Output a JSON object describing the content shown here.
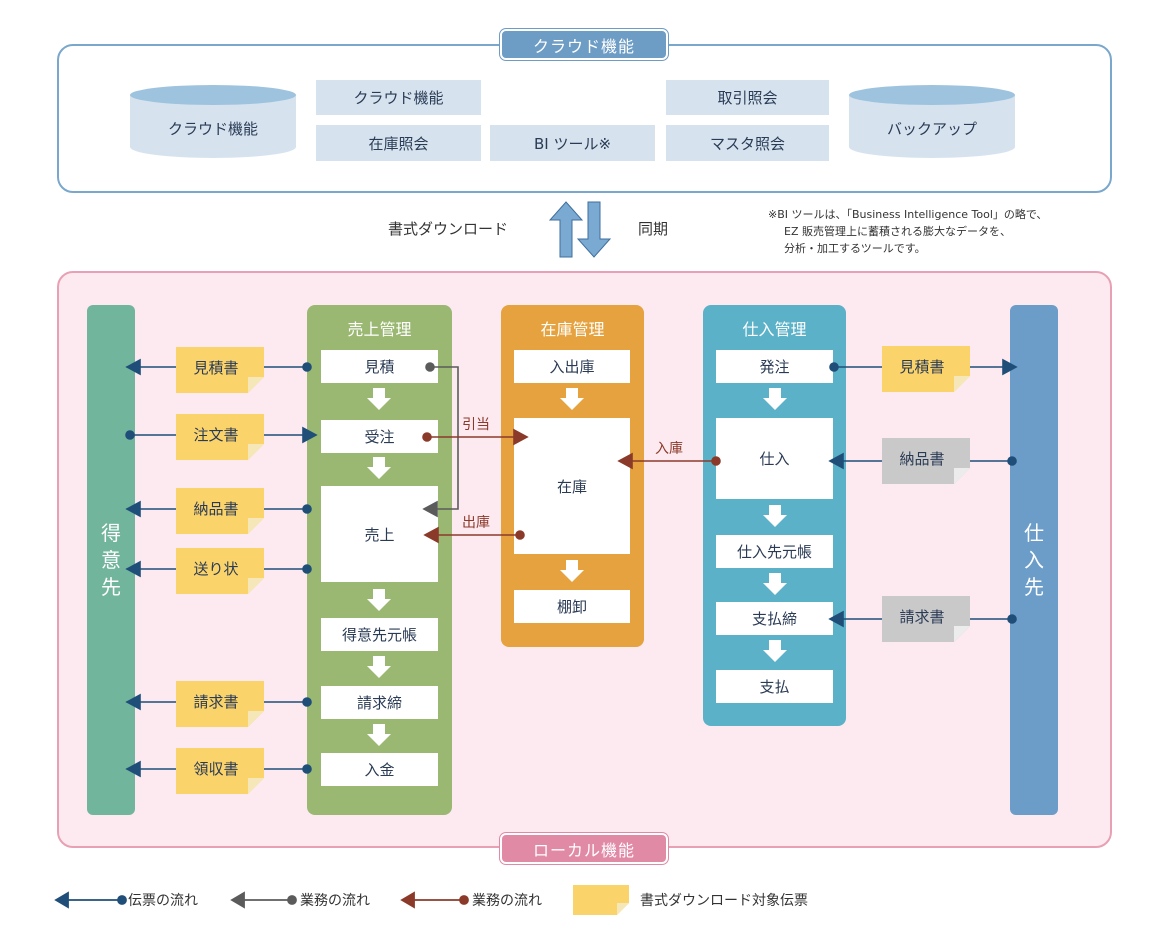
{
  "cloud": {
    "title": "クラウド機能",
    "left_db": "クラウド機能",
    "right_db": "バックアップ",
    "boxes": [
      "クラウド機能",
      "取引照会",
      "在庫照会",
      "BI ツール※",
      "マスタ照会"
    ]
  },
  "sync": {
    "download": "書式ダウンロード",
    "sync": "同期"
  },
  "note": [
    "※BI ツールは、「Business Intelligence Tool」の略で、",
    "EZ 販売管理上に蓄積される膨大なデータを、",
    "分析・加工するツールです。"
  ],
  "local": {
    "title": "ローカル機能"
  },
  "customer": "得\n意\n先",
  "supplier": "仕\n入\n先",
  "sales": {
    "title": "売上管理",
    "steps": [
      "見積",
      "受注",
      "売上",
      "得意先元帳",
      "請求締",
      "入金"
    ]
  },
  "inventory": {
    "title": "在庫管理",
    "steps": [
      "入出庫",
      "在庫",
      "棚卸"
    ]
  },
  "purchase": {
    "title": "仕入管理",
    "steps": [
      "発注",
      "仕入",
      "仕入先元帳",
      "支払締",
      "支払"
    ]
  },
  "left_docs": [
    "見積書",
    "注文書",
    "納品書",
    "送り状",
    "請求書",
    "領収書"
  ],
  "right_docs": [
    "見積書",
    "納品書",
    "請求書"
  ],
  "flow_labels": {
    "hikiate": "引当",
    "shukko": "出庫",
    "nyuko": "入庫"
  },
  "legend": {
    "slip_flow": "伝票の流れ",
    "business_flow_1": "業務の流れ",
    "business_flow_2": "業務の流れ",
    "download_slip": "書式ダウンロード対象伝票"
  },
  "colors": {
    "cloud_blue": "#6d9cc5",
    "local_pink": "#e08aa6",
    "sales_green": "#9ab872",
    "inventory_orange": "#e5a23e",
    "purchase_teal": "#5bb1c8",
    "customer_green": "#72b59d",
    "supplier_blue": "#6b9dc8",
    "doc_yellow": "#fbd36b",
    "doc_gray": "#c9c9c9",
    "slip_line": "#1f4e79",
    "business_gray": "#5b5b5b",
    "business_brown": "#8b3a2a"
  }
}
